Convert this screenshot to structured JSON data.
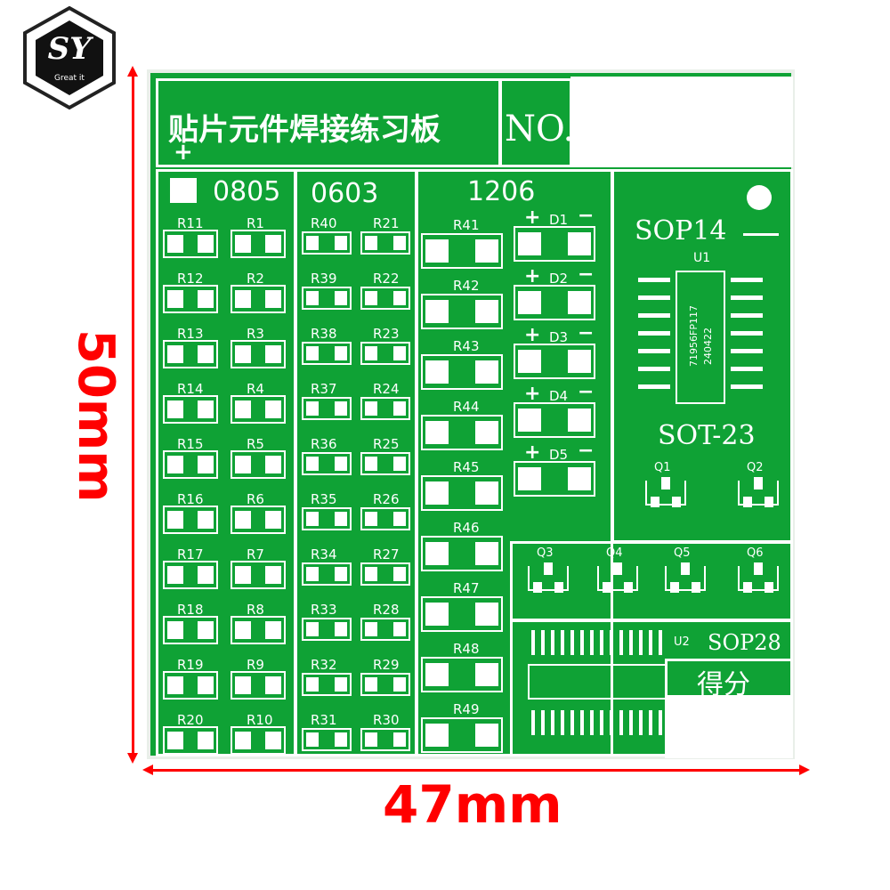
{
  "logo": {
    "letters": "SY",
    "tagline": "Great it"
  },
  "dimensions": {
    "height_label": "50mm",
    "width_label": "47mm"
  },
  "board": {
    "title": "贴片元件焊接练习板",
    "plus_mark": "+",
    "number_label": "NO.",
    "sections": {
      "s0805": "0805",
      "s0603": "0603",
      "s1206": "1206"
    },
    "resistors_0805_left": [
      "R11",
      "R12",
      "R13",
      "R14",
      "R15",
      "R16",
      "R17",
      "R18",
      "R19",
      "R20"
    ],
    "resistors_0805_right": [
      "R1",
      "R2",
      "R3",
      "R4",
      "R5",
      "R6",
      "R7",
      "R8",
      "R9",
      "R10"
    ],
    "resistors_0603_left": [
      "R40",
      "R39",
      "R38",
      "R37",
      "R36",
      "R35",
      "R34",
      "R33",
      "R32",
      "R31"
    ],
    "resistors_0603_right": [
      "R21",
      "R22",
      "R23",
      "R24",
      "R25",
      "R26",
      "R27",
      "R28",
      "R29",
      "R30"
    ],
    "resistors_1206": [
      "R41",
      "R42",
      "R43",
      "R44",
      "R45",
      "R46",
      "R47",
      "R48",
      "R49"
    ],
    "diodes": [
      "D1",
      "D2",
      "D3",
      "D4",
      "D5"
    ],
    "diode_plus": "+",
    "diode_minus": "−",
    "sop14": {
      "label": "SOP14",
      "ref": "U1",
      "chip_text": [
        "71956FP117",
        "240422"
      ]
    },
    "sot23": {
      "label": "SOT-23",
      "transistors": [
        "Q1",
        "Q2",
        "Q3",
        "Q4",
        "Q5",
        "Q6"
      ]
    },
    "sop28": {
      "label": "SOP28",
      "ref": "U2"
    },
    "score_label": "得分"
  },
  "colors": {
    "pcb_green": "#0fa235",
    "silkscreen": "#ffffff",
    "dimension_red": "#ff0000"
  }
}
